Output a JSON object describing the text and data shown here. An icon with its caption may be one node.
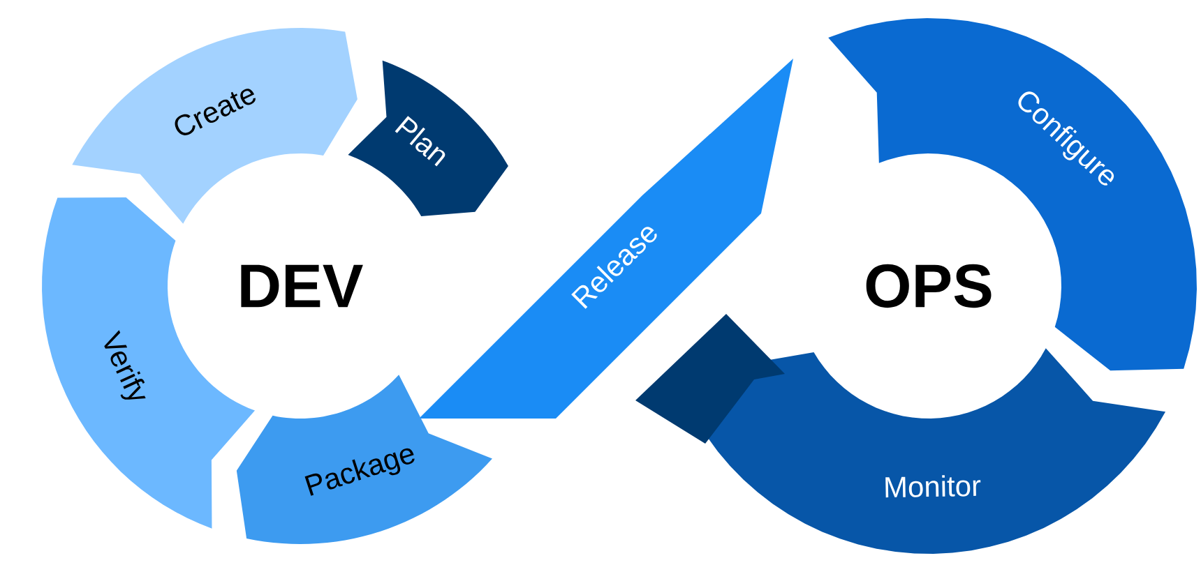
{
  "diagram": {
    "nodes": [
      {
        "text": [
          "Create"
        ]
      },
      {
        "text": [
          "Plan"
        ]
      },
      {
        "text": [
          "Release"
        ]
      },
      {
        "text": [
          "Configure"
        ]
      },
      {
        "text": [
          "Monitor"
        ]
      },
      {
        "text": [],
        "shape": "arrow"
      },
      {
        "text": [
          "Package"
        ]
      },
      {
        "text": [
          "Verify"
        ]
      }
    ],
    "labels": [
      "DEV",
      "OPS"
    ]
  }
}
